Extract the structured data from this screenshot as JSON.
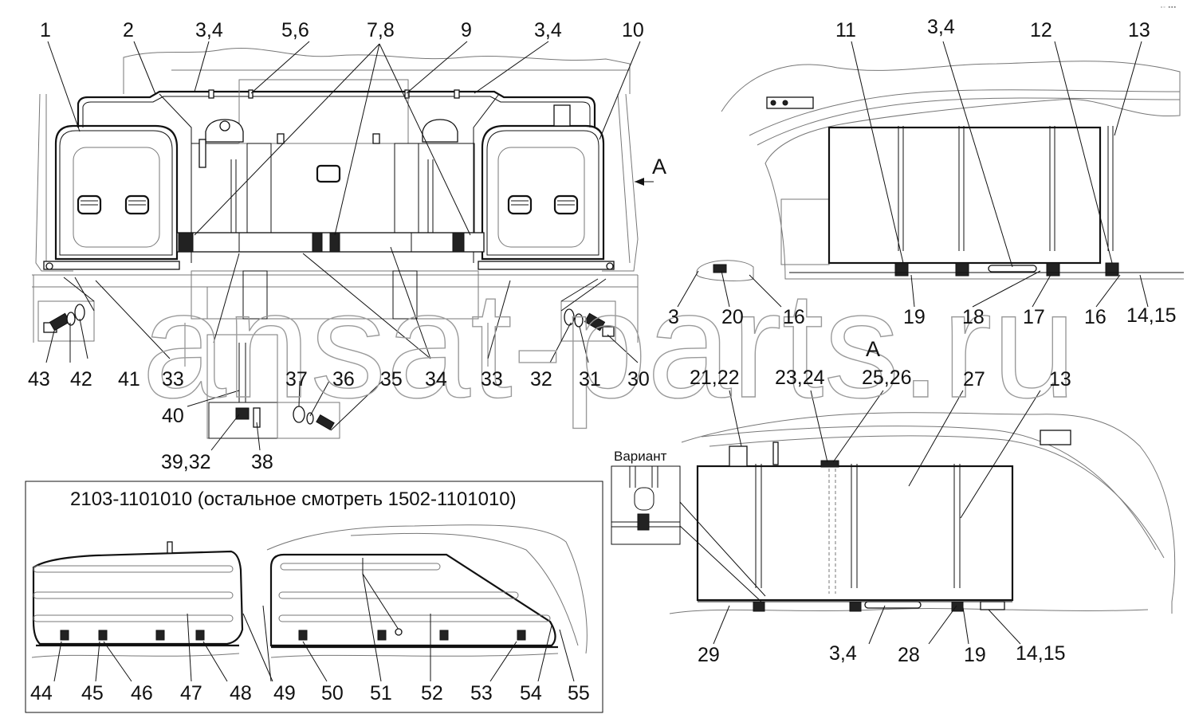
{
  "corner_icons": "▫◦ ▪▪▪",
  "watermark": "ansat-parts.ru",
  "view_marker": "A",
  "view_arrow_label": "A",
  "variant_label": "Вариант",
  "inset_title": "2103-1101010 (остальное смотреть 1502-1101010)",
  "main_view_top_labels": [
    "1",
    "2",
    "3,4",
    "5,6",
    "7,8",
    "9",
    "3,4",
    "10"
  ],
  "main_view_bottom_labels": [
    "43",
    "42",
    "41",
    "33",
    "34",
    "35",
    "33",
    "32",
    "31",
    "30"
  ],
  "main_view_lower_labels": [
    "40",
    "37",
    "36",
    "39,32",
    "38"
  ],
  "view_a_top_labels": [
    "11",
    "3,4",
    "12",
    "13"
  ],
  "view_a_bottom_labels": [
    "3",
    "20",
    "16",
    "19",
    "18",
    "17",
    "16",
    "14,15"
  ],
  "variant_view_top_labels": [
    "21,22",
    "23,24",
    "25,26",
    "27",
    "13"
  ],
  "variant_view_bottom_labels": [
    "29",
    "3,4",
    "28",
    "19",
    "14,15"
  ],
  "inset_bottom_labels": [
    "44",
    "45",
    "46",
    "47",
    "48",
    "49",
    "50",
    "51",
    "52",
    "53",
    "54",
    "55"
  ],
  "colors": {
    "line": "#111111",
    "background": "#ffffff",
    "watermark": "#9a9a9a"
  }
}
